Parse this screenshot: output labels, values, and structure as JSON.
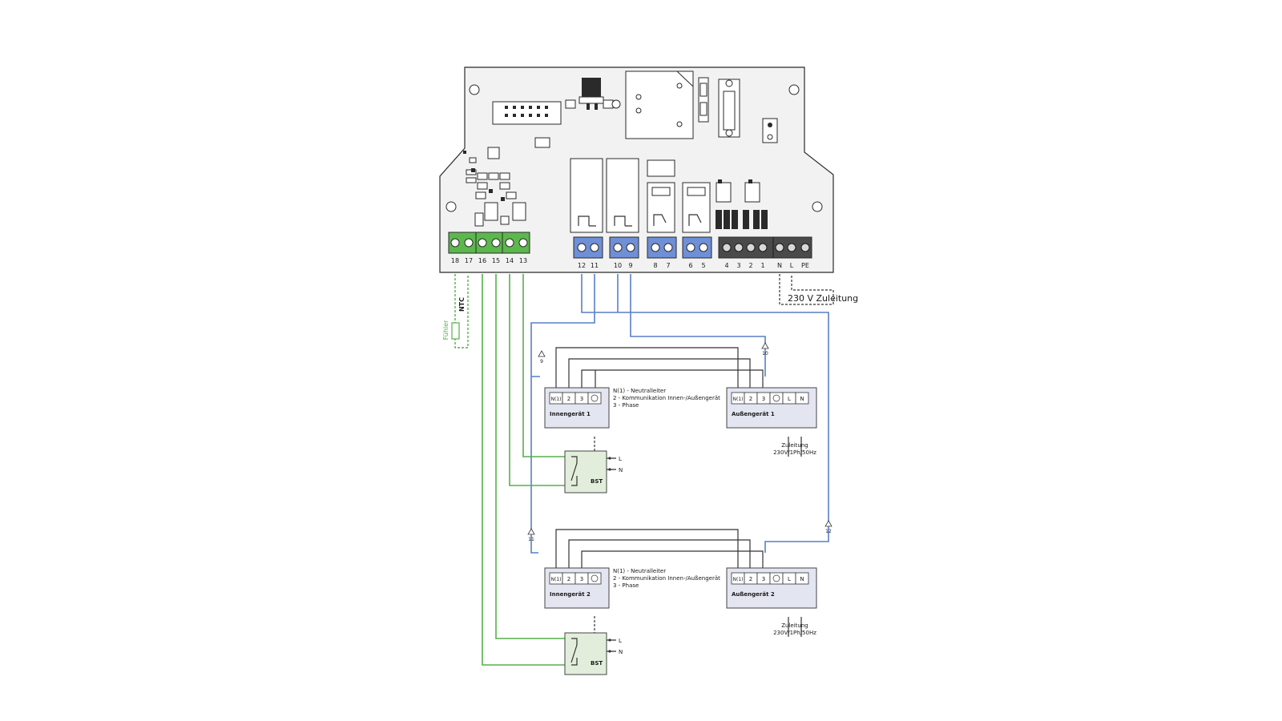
{
  "terminals": {
    "green": [
      "18",
      "17",
      "16",
      "15",
      "14",
      "13"
    ],
    "blue": [
      "12",
      "11",
      "10",
      "9",
      "8",
      "7",
      "6",
      "5"
    ],
    "dark": [
      "4",
      "3",
      "2",
      "1",
      "N",
      "L",
      "PE"
    ]
  },
  "supply_label": "230 V Zuleitung",
  "sensor": {
    "ntc": "NTC",
    "fuehler": "Fühler"
  },
  "wire_tags": {
    "t9": "9",
    "t10": "10",
    "t11": "11",
    "t12": "12"
  },
  "legend_lines": [
    "N(1) - Neutralleiter",
    "2 - Kommunikation Innen-/Außengerät",
    "3 - Phase"
  ],
  "indoor_terms": [
    "N(1)",
    "2",
    "3"
  ],
  "outdoor_terms": [
    "N(1)",
    "2",
    "3",
    "",
    "L",
    "N"
  ],
  "innengeraet_1": "Innengerät 1",
  "aussengeraet_1": "Außengerät 1",
  "innengeraet_2": "Innengerät 2",
  "aussengeraet_2": "Außengerät 2",
  "zuleitung": {
    "line1": "Zuleitung",
    "line2": "230V/1Ph/50Hz"
  },
  "bst": {
    "label": "BST",
    "L": "L",
    "N": "N"
  },
  "colors": {
    "green_wire": "#55b04a",
    "blue_wire": "#5a7fc8",
    "green_terminal": "#5cb84d",
    "blue_terminal": "#6f8fd6",
    "dark_terminal": "#4a4a4a"
  }
}
